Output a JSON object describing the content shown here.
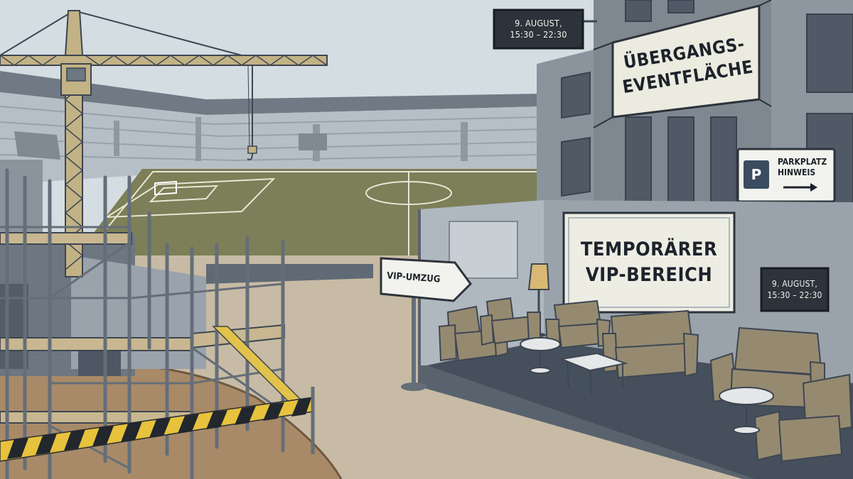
{
  "scene": {
    "description_label": ""
  },
  "signs": {
    "top_date_sign": "9. AUGUST,\n15:30 – 22:30",
    "event_banner": "ÜBERGANGS-\nEVENTFLÄCHE",
    "parking_sign": "PARKPLATZ\nHINWEIS",
    "parking_symbol": "P",
    "vip_sign": "TEMPORÄRER\nVIP-BEREICH",
    "right_date_sign": "9. AUGUST,\n15:30 – 22:30",
    "vip_arrow": "VIP-UMZUG"
  },
  "colors": {
    "sky": "#d3dde2",
    "pitch": "#7c7f57",
    "stands": "#b9c1c8",
    "building": "#8b949c",
    "vip_floor": "#46505c",
    "caution_yellow": "#e7c23c",
    "furniture": "#958a70",
    "dirt": "#c7bba5"
  },
  "icons": [
    "crane-icon",
    "parking-icon",
    "arrow-right-icon",
    "floor-lamp-icon",
    "armchair-icon",
    "sofa-icon",
    "table-icon"
  ]
}
